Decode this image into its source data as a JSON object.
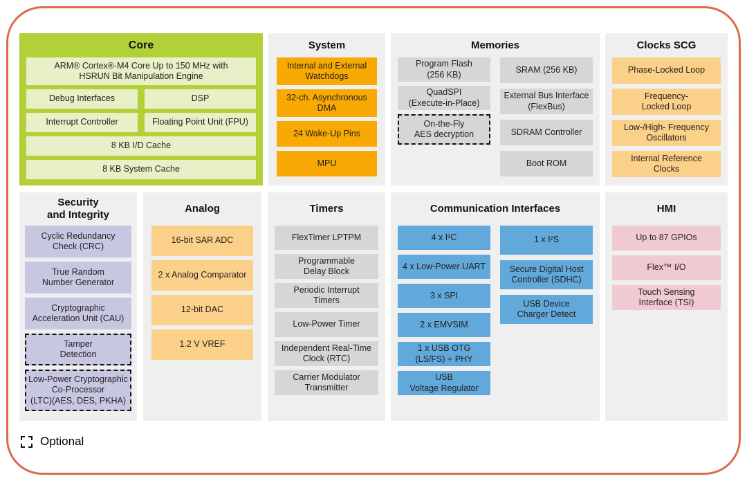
{
  "legend": {
    "label": "Optional"
  },
  "colors": {
    "outer_border": "#dc6b4c",
    "section_background": "#efefef",
    "core_background": "#b2d037",
    "core_block": "#e9efc7",
    "system_orange": "#f8a903",
    "clock_analog_orange": "#fbd088",
    "memory_timer_gray": "#d6d6d6",
    "security_lavender": "#c7c7e2",
    "communication_blue": "#61a8db",
    "hmi_pink": "#efcad0",
    "text": "#231f20"
  },
  "sections": {
    "core": {
      "title": "Core",
      "blocks": [
        {
          "label": "ARM® Cortex®-M4 Core Up to 150 MHz with\nHSRUN Bit Manipulation Engine"
        },
        {
          "label": "Debug Interfaces"
        },
        {
          "label": "DSP"
        },
        {
          "label": "Interrupt Controller"
        },
        {
          "label": "Floating Point Unit (FPU)"
        },
        {
          "label": "8 KB I/D Cache"
        },
        {
          "label": "8 KB System Cache"
        }
      ]
    },
    "system": {
      "title": "System",
      "blocks": [
        {
          "label": "Internal and External\nWatchdogs"
        },
        {
          "label": "32-ch. Asynchronous\nDMA"
        },
        {
          "label": "24 Wake-Up Pins"
        },
        {
          "label": "MPU"
        }
      ]
    },
    "memories": {
      "title": "Memories",
      "left_blocks": [
        {
          "label": "Program Flash\n(256 KB)"
        },
        {
          "label": "QuadSPI\n(Execute-in-Place)"
        },
        {
          "label": "On-the-Fly\nAES decryption",
          "optional": true
        }
      ],
      "right_blocks": [
        {
          "label": "SRAM (256 KB)"
        },
        {
          "label": "External Bus Interface\n(FlexBus)"
        },
        {
          "label": "SDRAM Controller"
        },
        {
          "label": "Boot ROM"
        }
      ]
    },
    "clocks": {
      "title": "Clocks SCG",
      "blocks": [
        {
          "label": "Phase-Locked Loop"
        },
        {
          "label": "Frequency-\nLocked Loop"
        },
        {
          "label": "Low-/High- Frequency\nOscillators"
        },
        {
          "label": "Internal Reference\nClocks"
        }
      ]
    },
    "security": {
      "title": "Security\nand Integrity",
      "blocks": [
        {
          "label": "Cyclic Redundancy\nCheck (CRC)"
        },
        {
          "label": "True Random\nNumber Generator"
        },
        {
          "label": "Cryptographic\nAcceleration Unit (CAU)"
        },
        {
          "label": "Tamper\nDetection",
          "optional": true
        },
        {
          "label": "Low-Power Cryptographic\nCo-Processor\n(LTC)(AES, DES, PKHA)",
          "optional": true
        }
      ]
    },
    "analog": {
      "title": "Analog",
      "blocks": [
        {
          "label": "16-bit SAR ADC"
        },
        {
          "label": "2 x Analog Comparator"
        },
        {
          "label": "12-bit DAC"
        },
        {
          "label": "1.2 V VREF"
        }
      ]
    },
    "timers": {
      "title": "Timers",
      "blocks": [
        {
          "label": "FlexTimer LPTPM"
        },
        {
          "label": "Programmable\nDelay Block"
        },
        {
          "label": "Periodic Interrupt\nTimers"
        },
        {
          "label": "Low-Power Timer"
        },
        {
          "label": "Independent Real-Time\nClock (RTC)"
        },
        {
          "label": "Carrier Modulator\nTransmitter"
        }
      ]
    },
    "comm": {
      "title": "Communication  Interfaces",
      "left_blocks": [
        {
          "label": "4 x I²C"
        },
        {
          "label": "4 x Low-Power UART"
        },
        {
          "label": "3 x SPI"
        },
        {
          "label": "2 x EMVSIM"
        },
        {
          "label": "1 x USB OTG\n(LS/FS) + PHY"
        },
        {
          "label": "USB\nVoltage Regulator"
        }
      ],
      "right_blocks": [
        {
          "label": "1 x I²S"
        },
        {
          "label": "Secure Digital Host\nController (SDHC)"
        },
        {
          "label": "USB Device\nCharger Detect"
        }
      ]
    },
    "hmi": {
      "title": "HMI",
      "blocks": [
        {
          "label": "Up to 87 GPIOs"
        },
        {
          "label": "Flex™ I/O"
        },
        {
          "label": "Touch Sensing\nInterface (TSI)"
        }
      ]
    }
  }
}
